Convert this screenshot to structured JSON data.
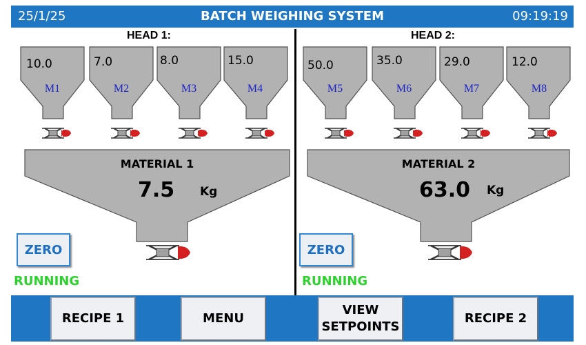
{
  "header": {
    "date": "25/1/25",
    "title": "BATCH WEIGHING SYSTEM",
    "time": "09:19:19"
  },
  "heads": [
    {
      "label": "HEAD 1:",
      "hoppers": [
        {
          "name": "M1",
          "value": "10.0"
        },
        {
          "name": "M2",
          "value": "7.0"
        },
        {
          "name": "M3",
          "value": "8.0"
        },
        {
          "name": "M4",
          "value": "15.0"
        }
      ],
      "material": "MATERIAL 1",
      "weight": "7.5",
      "unit": "Kg",
      "zero_label": "ZERO",
      "status": "RUNNING"
    },
    {
      "label": "HEAD 2:",
      "hoppers": [
        {
          "name": "M5",
          "value": "50.0"
        },
        {
          "name": "M6",
          "value": "35.0"
        },
        {
          "name": "M7",
          "value": "29.0"
        },
        {
          "name": "M8",
          "value": "12.0"
        }
      ],
      "material": "MATERIAL 2",
      "weight": "63.0",
      "unit": "Kg",
      "zero_label": "ZERO",
      "status": "RUNNING"
    }
  ],
  "nav": {
    "recipe1": "RECIPE 1",
    "menu": "MENU",
    "view_setpoints_line1": "VIEW",
    "view_setpoints_line2": "SETPOINTS",
    "recipe2": "RECIPE 2"
  },
  "colors": {
    "header_bar": "#1f76c2",
    "hopper_fill": "#b2b2b2",
    "valve_red": "#d42020",
    "status_green": "#2fd12f",
    "hopper_label_blue": "#1a22c8"
  }
}
